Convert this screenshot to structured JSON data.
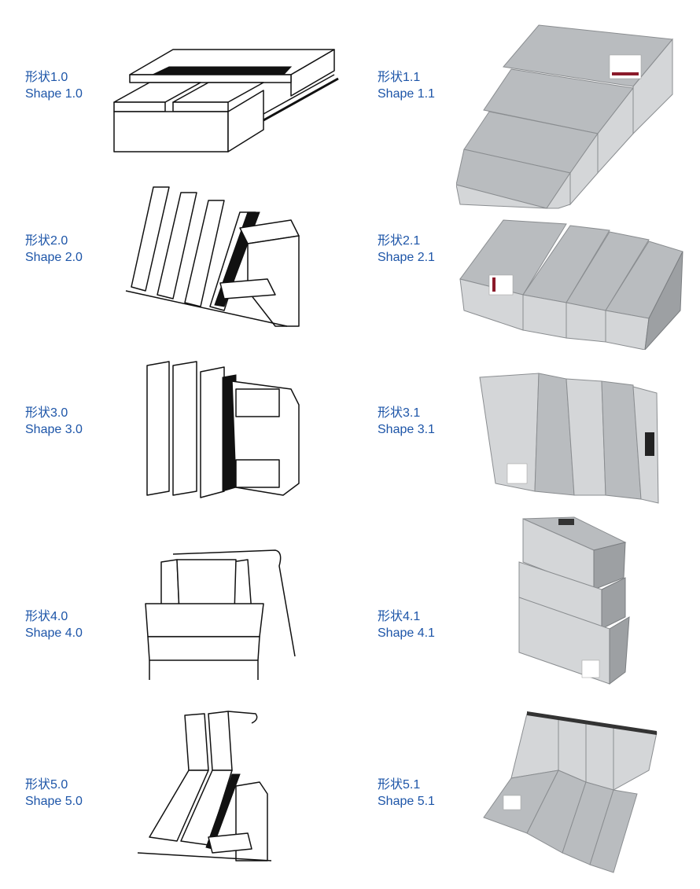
{
  "rows": [
    {
      "left": {
        "zh": "形状1.0",
        "en": "Shape 1.0"
      },
      "right": {
        "zh": "形状1.1",
        "en": "Shape 1.1"
      }
    },
    {
      "left": {
        "zh": "形状2.0",
        "en": "Shape 2.0"
      },
      "right": {
        "zh": "形状2.1",
        "en": "Shape 2.1"
      }
    },
    {
      "left": {
        "zh": "形状3.0",
        "en": "Shape 3.0"
      },
      "right": {
        "zh": "形状3.1",
        "en": "Shape 3.1"
      }
    },
    {
      "left": {
        "zh": "形状4.0",
        "en": "Shape 4.0"
      },
      "right": {
        "zh": "形状4.1",
        "en": "Shape 4.1"
      }
    },
    {
      "left": {
        "zh": "形状5.0",
        "en": "Shape 5.0"
      },
      "right": {
        "zh": "形状5.1",
        "en": "Shape 5.1"
      }
    }
  ],
  "colors": {
    "label": "#1d55a8"
  }
}
